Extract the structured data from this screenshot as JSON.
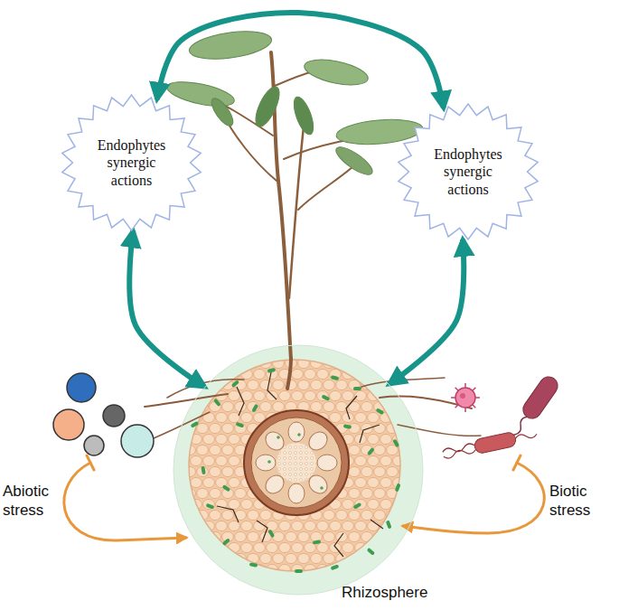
{
  "diagram": {
    "nodes": [
      {
        "text": [
          "Endophytes synergic actions"
        ]
      },
      {
        "text": [
          "Endophytes synergic actions"
        ]
      },
      {
        "text": [
          "Rhizosphere"
        ]
      }
    ],
    "edges": [
      {
        "from": 0,
        "to": 1,
        "arrow": "both"
      },
      {
        "from": 0,
        "to": 2,
        "arrow": "both"
      },
      {
        "from": 1,
        "to": 2,
        "arrow": "both"
      }
    ],
    "labels": [
      "Abiotic stress",
      "Biotic stress"
    ]
  }
}
